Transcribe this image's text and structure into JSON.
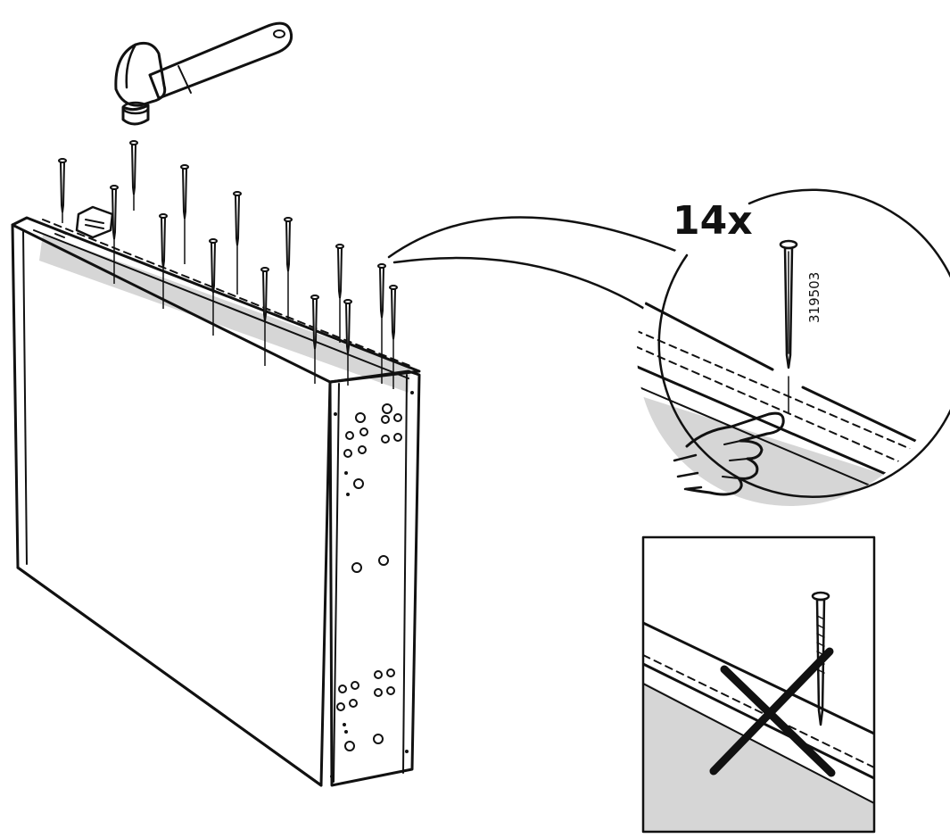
{
  "instruction": {
    "quantity_label": "14x",
    "part_number": "319503",
    "nail_count": 14
  },
  "colors": {
    "ink": "#111111",
    "panel_gray": "#d6d6d6",
    "background": "#ffffff"
  },
  "icons": [
    "hammer-icon",
    "nail-icon",
    "finger-pointing-icon",
    "cross-mark-icon"
  ],
  "panels": {
    "correct_detail": "circle-zoom",
    "incorrect_detail": "boxed-with-cross"
  }
}
